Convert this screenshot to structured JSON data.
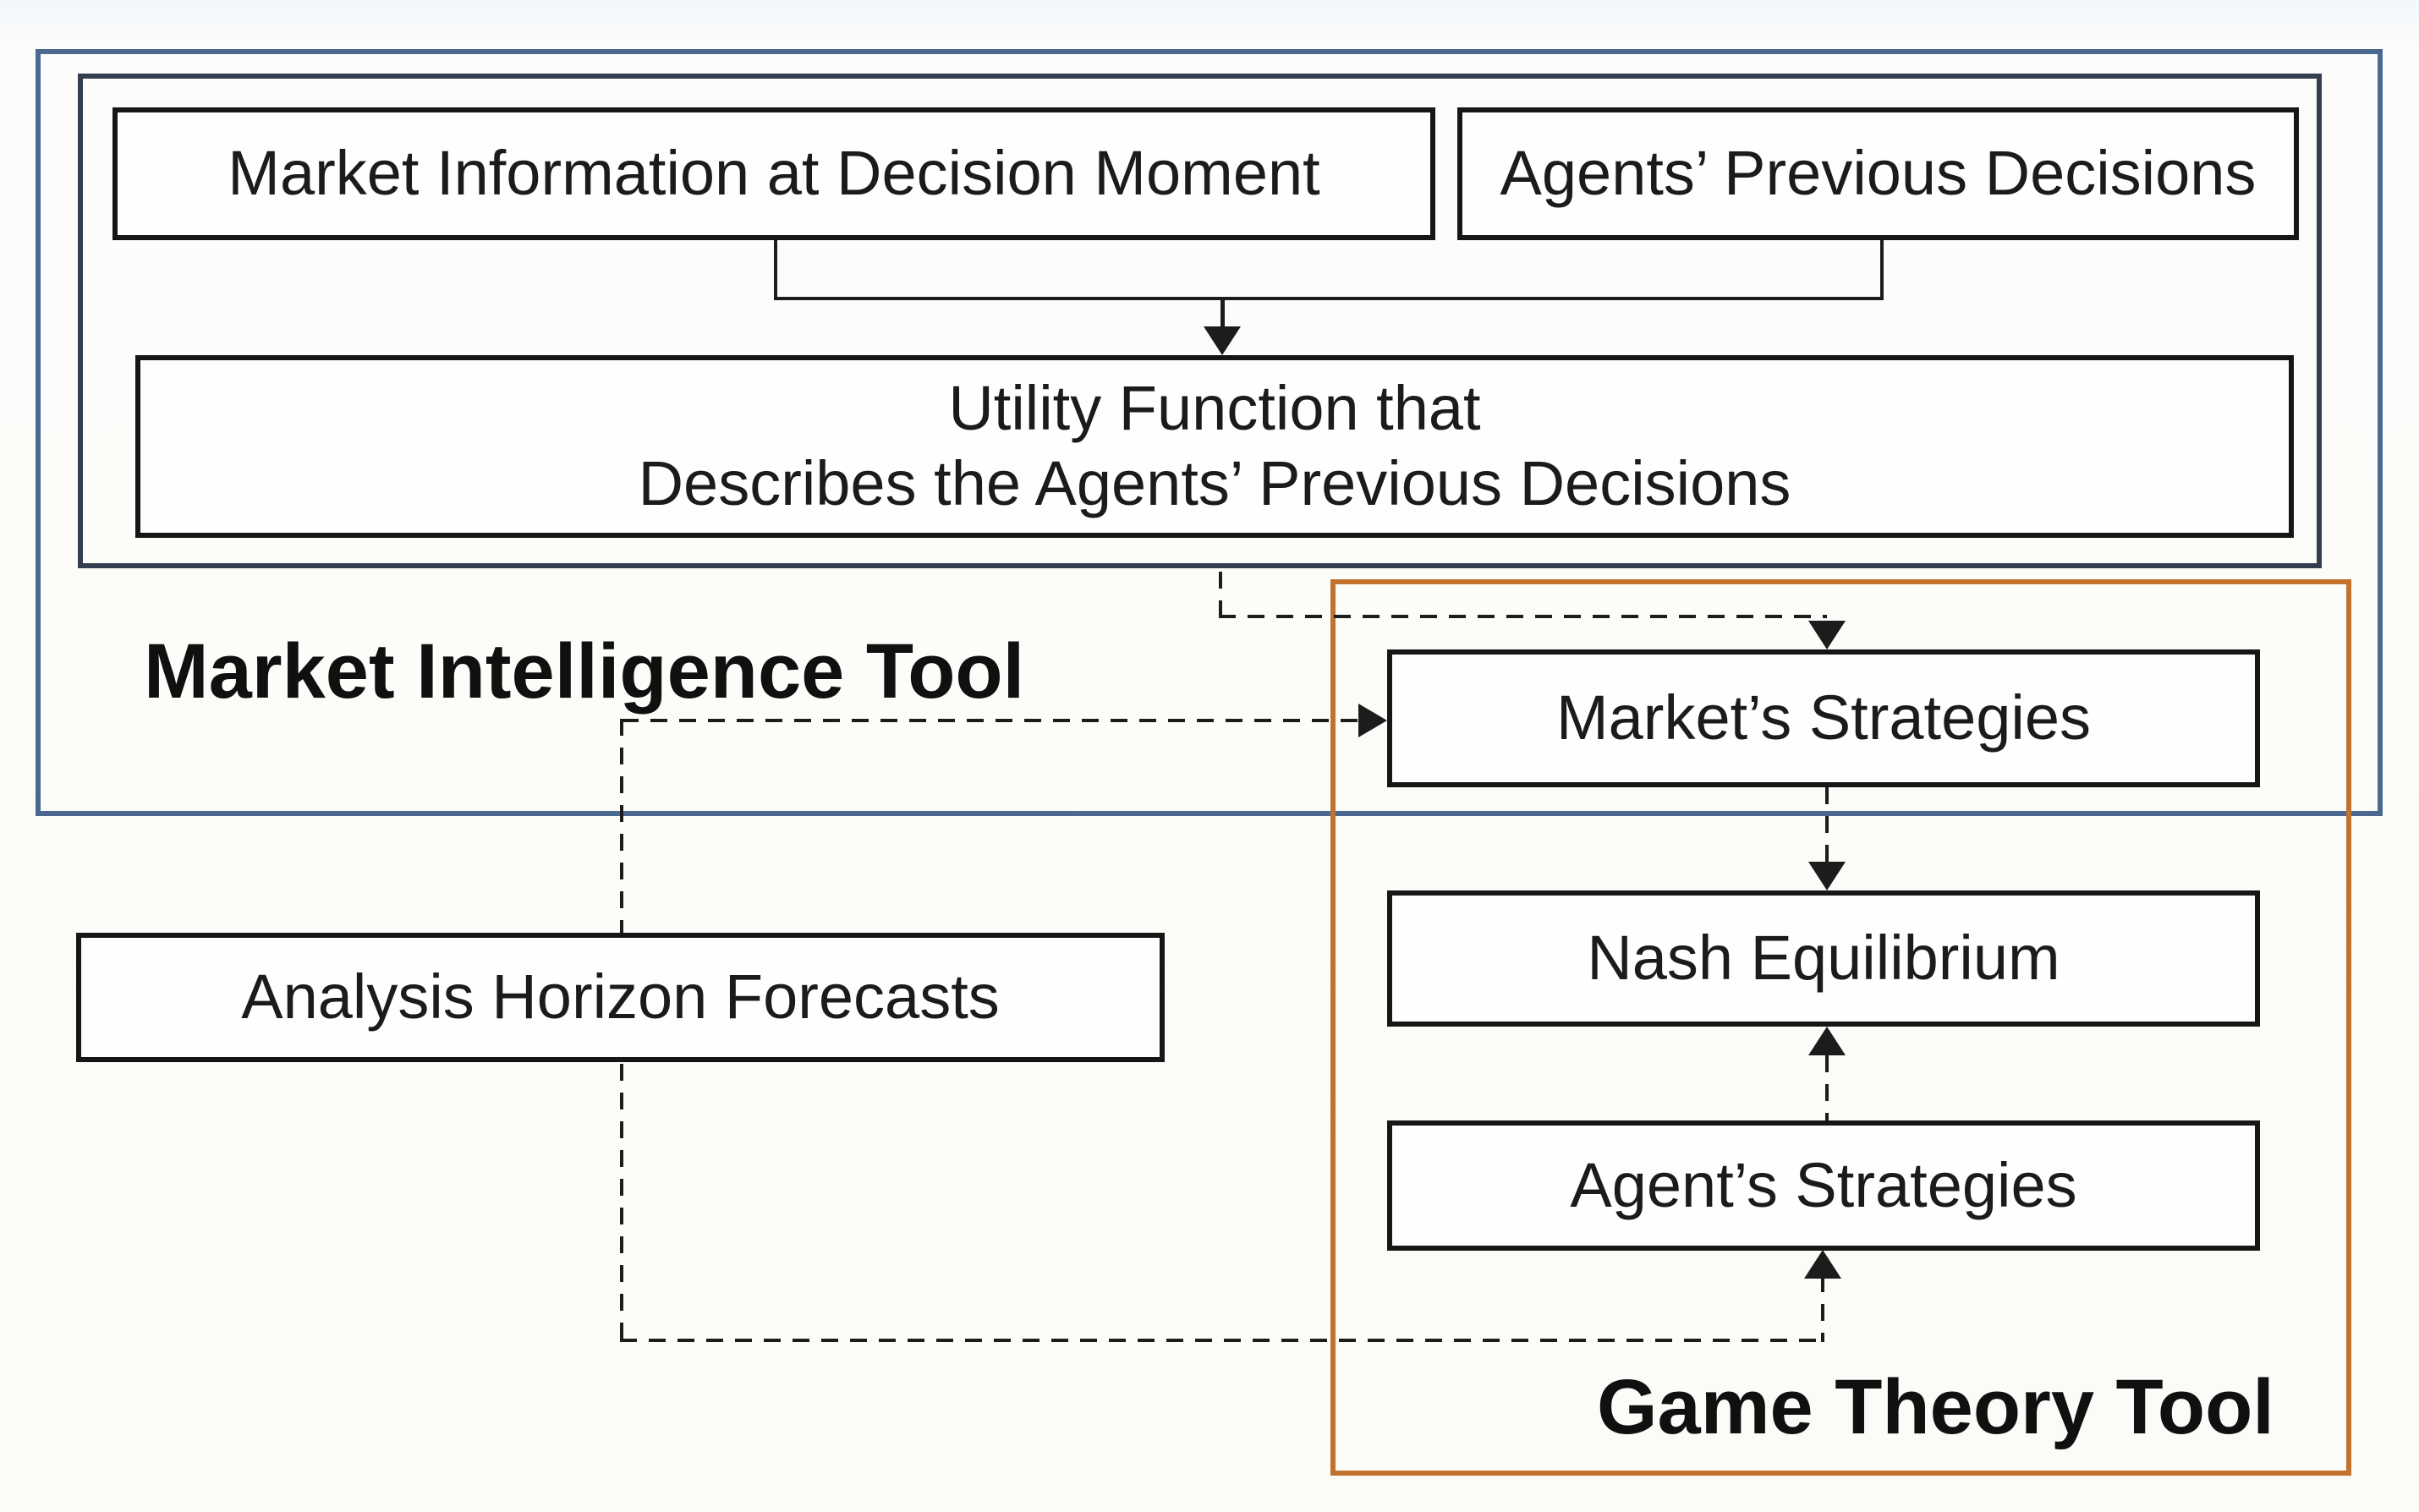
{
  "groups": {
    "market_intelligence": {
      "label": "Market Intelligence Tool"
    },
    "game_theory": {
      "label": "Game Theory Tool"
    }
  },
  "nodes": {
    "market_information": "Market Information at Decision Moment",
    "agents_previous_decisions": "Agents’ Previous Decisions",
    "utility_function": {
      "line1": "Utility Function that",
      "line2": "Describes the Agents’ Previous Decisions"
    },
    "market_strategies": "Market’s Strategies",
    "nash_equilibrium": "Nash Equilibrium",
    "agent_strategies": "Agent’s Strategies",
    "analysis_horizon_forecasts": "Analysis Horizon Forecasts"
  },
  "connectors": [
    {
      "from": "market_information",
      "to": "utility_function",
      "style": "solid",
      "arrow": "down"
    },
    {
      "from": "agents_previous_decisions",
      "to": "utility_function",
      "style": "solid",
      "arrow": "down"
    },
    {
      "from": "utility_function",
      "to": "market_strategies",
      "style": "dashed",
      "arrow": "down"
    },
    {
      "from": "analysis_horizon_forecasts",
      "to": "market_strategies",
      "style": "dashed",
      "arrow": "right"
    },
    {
      "from": "analysis_horizon_forecasts",
      "to": "agent_strategies",
      "style": "dashed",
      "arrow": "up"
    },
    {
      "from": "market_strategies",
      "to": "nash_equilibrium",
      "style": "dashed",
      "arrow": "down"
    },
    {
      "from": "agent_strategies",
      "to": "nash_equilibrium",
      "style": "dashed",
      "arrow": "up"
    }
  ],
  "colors": {
    "outer_border": "#4A6890",
    "inner_border": "#333F50",
    "orange_border": "#C1722F",
    "box_border": "#161616",
    "line": "#1C1C1C",
    "text": "#1B1B1B"
  }
}
